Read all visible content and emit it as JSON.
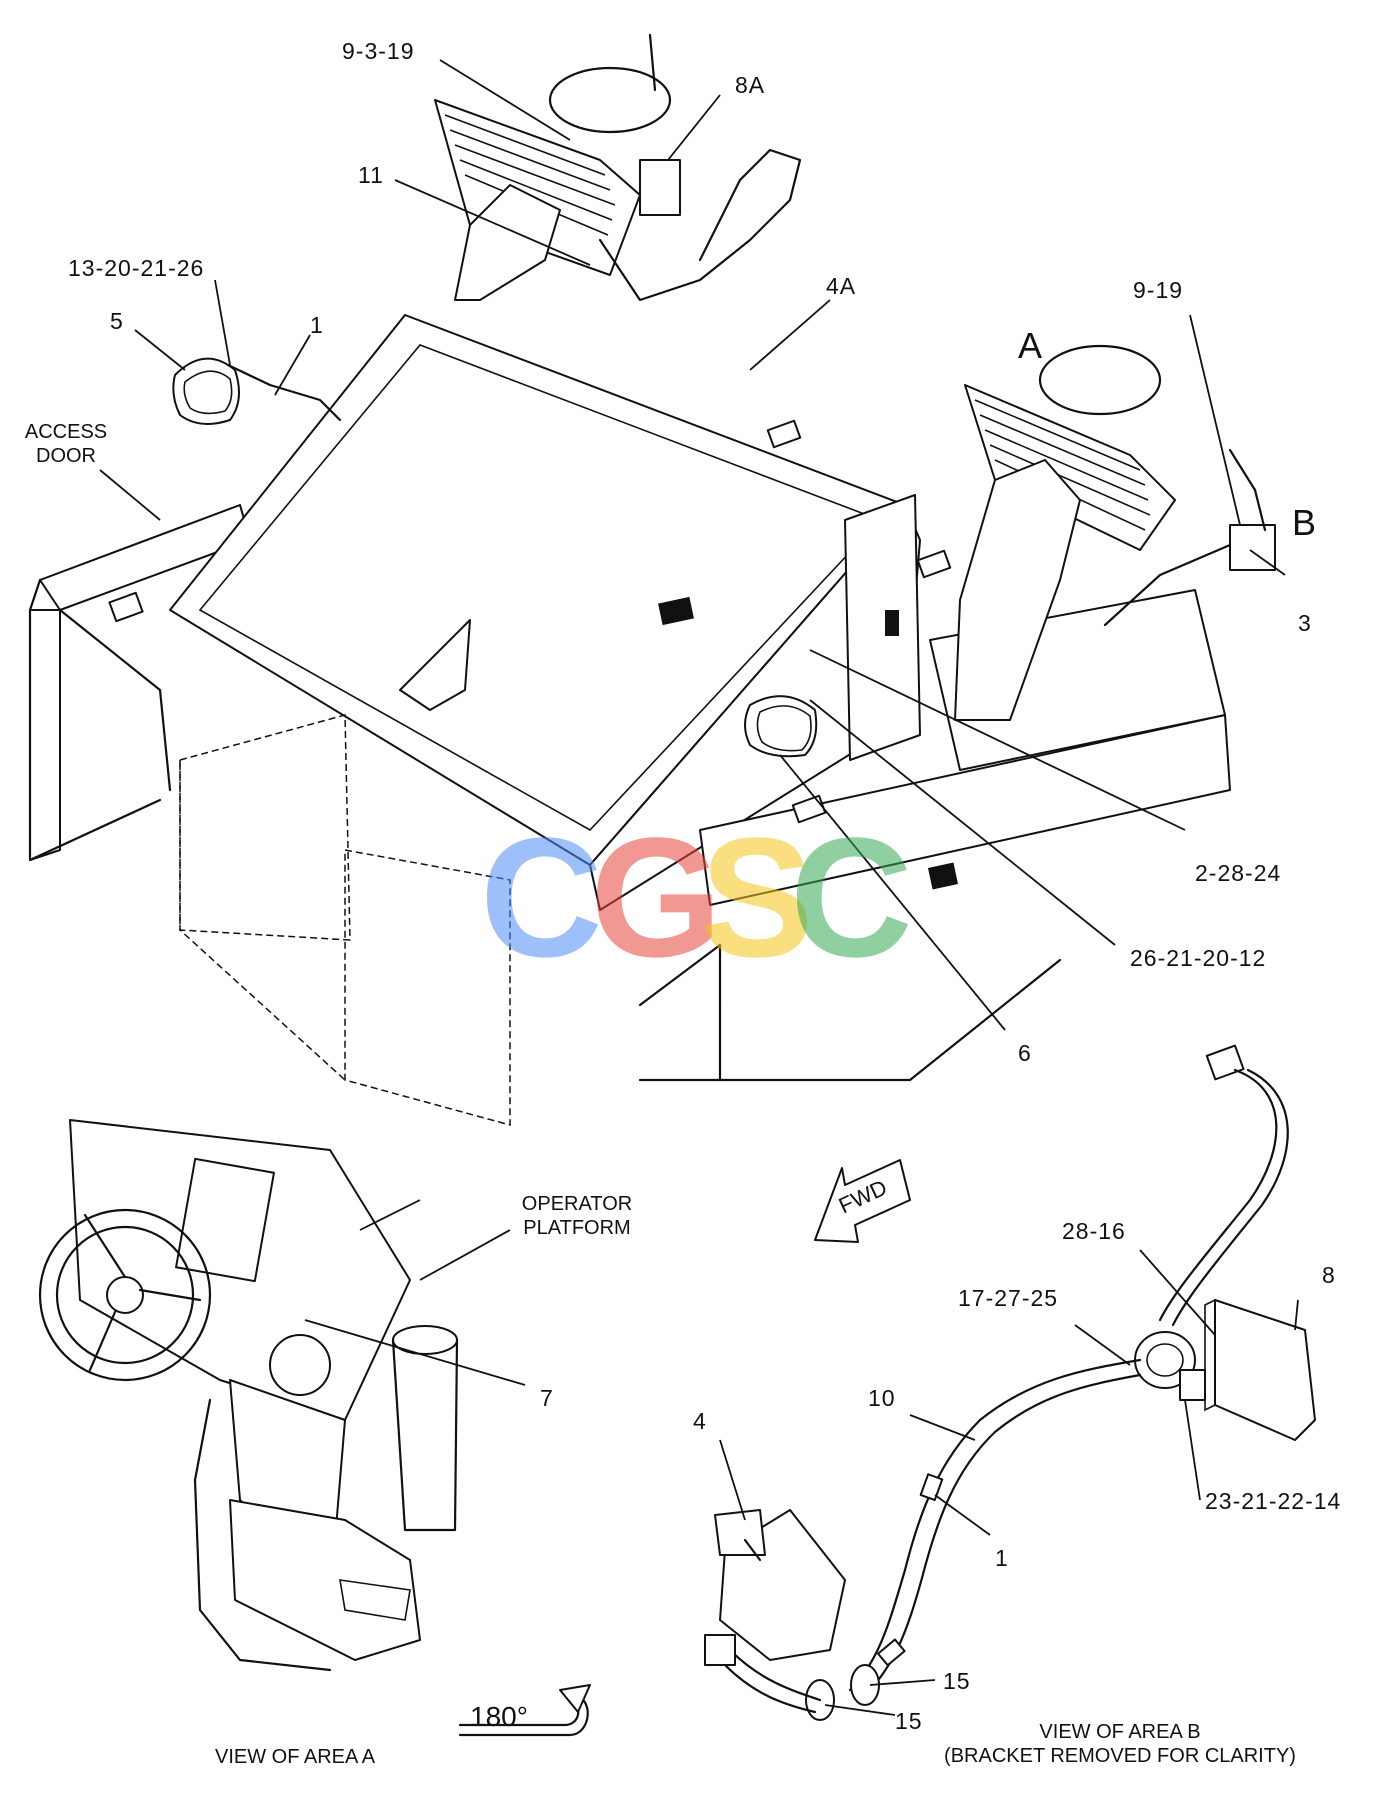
{
  "callouts": {
    "c_9_3_19": "9-3-19",
    "c_8A": "8A",
    "c_11": "11",
    "c_13_20_21_26": "13-20-21-26",
    "c_5": "5",
    "c_1_top": "1",
    "c_4A": "4A",
    "c_A": "A",
    "c_9_19": "9-19",
    "c_B": "B",
    "c_3": "3",
    "c_2_28_24": "2-28-24",
    "c_26_21_20_12": "26-21-20-12",
    "c_6": "6",
    "c_7": "7",
    "c_28_16": "28-16",
    "c_8": "8",
    "c_17_27_25": "17-27-25",
    "c_10": "10",
    "c_4": "4",
    "c_1_bottom": "1",
    "c_23_21_22_14": "23-21-22-14",
    "c_15_a": "15",
    "c_15_b": "15"
  },
  "notes": {
    "access_door_1": "ACCESS",
    "access_door_2": "DOOR",
    "operator_platform_1": "OPERATOR",
    "operator_platform_2": "PLATFORM",
    "fwd": "FWD",
    "rotation": "180°",
    "view_area_a": "VIEW OF AREA  A",
    "view_area_b_1": "VIEW OF AREA B",
    "view_area_b_2": "(BRACKET REMOVED FOR CLARITY)"
  },
  "watermark": {
    "letters": [
      "C",
      "G",
      "S",
      "C"
    ],
    "colors": [
      "#4f8ef7",
      "#e8453c",
      "#f5c518",
      "#34a853"
    ]
  },
  "icons": {
    "fwd_arrow": "fwd-arrow-icon",
    "rotate_arrow": "rotate-180-arrow-icon",
    "light": "work-light-icon",
    "connector": "connector-icon"
  }
}
